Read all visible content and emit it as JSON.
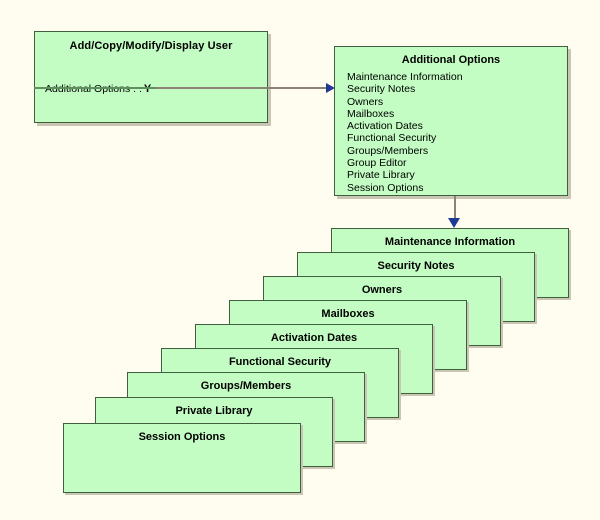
{
  "background_color": "#fffdf0",
  "panel_fill_color": "#c3fdc3",
  "panel_border_color": "#3f5f3f",
  "arrow_color": "#1f3a93",
  "source_screen": {
    "title": "Add/Copy/Modify/Display User",
    "field_label": "Additional Options . .",
    "field_value": "Y"
  },
  "options_panel": {
    "title": "Additional Options",
    "items": [
      "Maintenance Information",
      "Security Notes",
      "Owners",
      "Mailboxes",
      "Activation Dates",
      "Functional Security",
      "Groups/Members",
      "Group Editor",
      "Private Library",
      "Session Options"
    ]
  },
  "cascade": {
    "cards": [
      "Maintenance Information",
      "Security Notes",
      "Owners",
      "Mailboxes",
      "Activation Dates",
      "Functional Security",
      "Groups/Members",
      "Private Library",
      "Session Options"
    ]
  }
}
